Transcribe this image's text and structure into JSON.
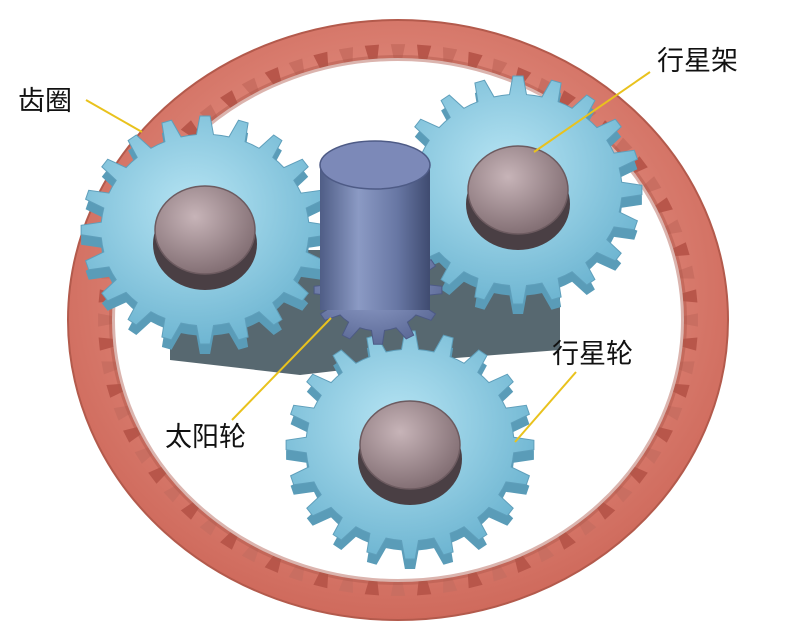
{
  "labels": {
    "ring_gear": "齿圈",
    "carrier": "行星架",
    "planet_gear": "行星轮",
    "sun_gear": "太阳轮"
  },
  "colors": {
    "ring": "#e58a78",
    "ring_dark": "#b8564a",
    "planet": "#8dcfe6",
    "planet_dark": "#5a9cb8",
    "pin": "#a28d92",
    "shaft": "#6c7ea8",
    "leader": "#e9c21d"
  },
  "parts": {
    "ring": {
      "teeth": 72
    },
    "planets": [
      {
        "id": "planet-top-left",
        "teeth": 20
      },
      {
        "id": "planet-top-right",
        "teeth": 20
      },
      {
        "id": "planet-bottom",
        "teeth": 20
      }
    ],
    "sun": {
      "teeth": 12
    }
  }
}
